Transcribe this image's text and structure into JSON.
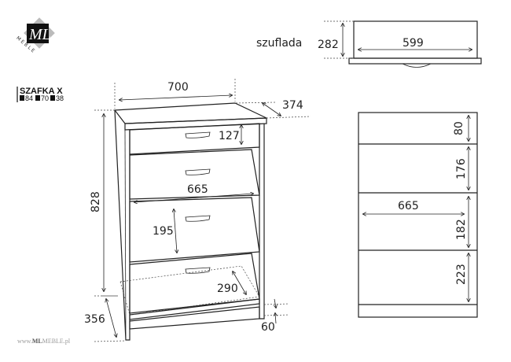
{
  "product": {
    "name": "SZAFKA X",
    "specs": [
      {
        "icon": "height-icon",
        "value": "84"
      },
      {
        "icon": "width-icon",
        "value": "70"
      },
      {
        "icon": "depth-icon",
        "value": "38"
      }
    ]
  },
  "brand": {
    "logo_text": "ML",
    "logo_subtext": "MEBLE",
    "website_prefix": "www.",
    "website_bold": "ML",
    "website_suffix": "MEBLE.pl"
  },
  "drawer_view": {
    "label": "szuflada",
    "height": "282",
    "width": "599"
  },
  "front_view": {
    "width": "700",
    "depth": "374",
    "height": "828",
    "top_drawer_height": "127",
    "inner_width": "665",
    "drawer_height": "195",
    "shoe_depth": "290",
    "base_depth": "356",
    "plinth_height": "60"
  },
  "side_view": {
    "dims": [
      "80",
      "176",
      "182",
      "223"
    ],
    "inner_width": "665"
  }
}
